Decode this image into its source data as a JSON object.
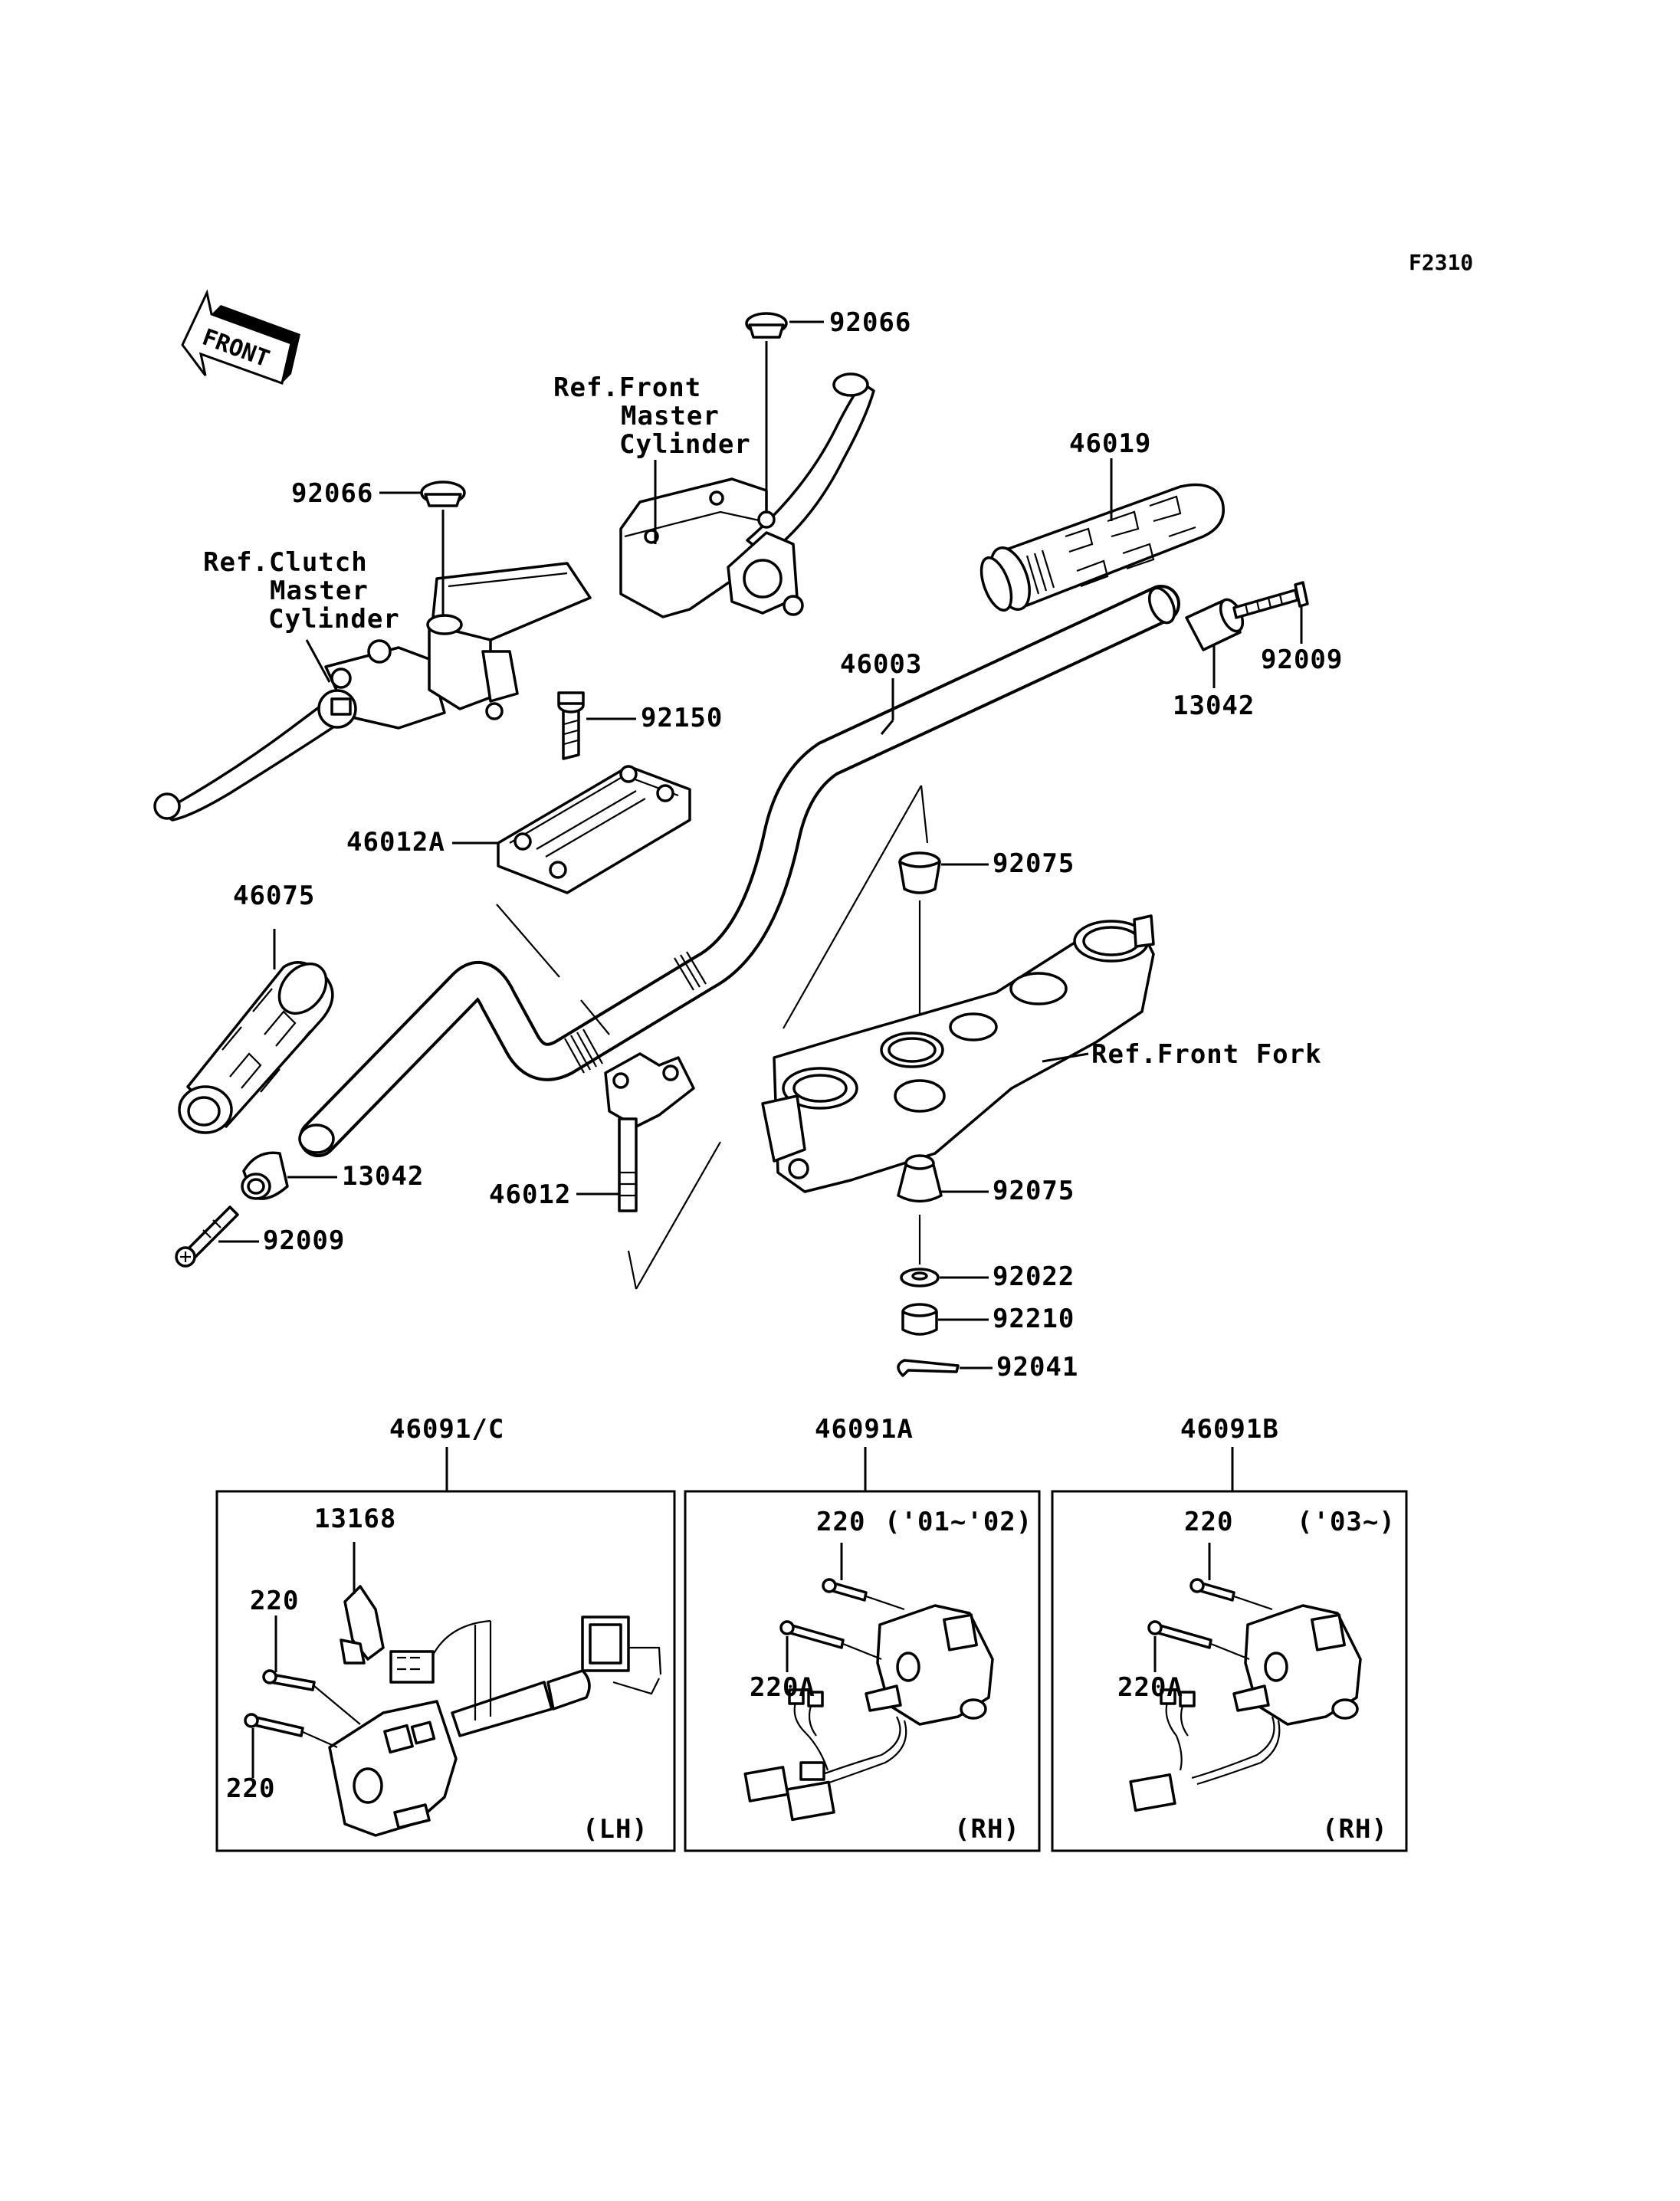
{
  "figure_code": "F2310",
  "front_arrow_label": "FRONT",
  "callouts": {
    "p92066_top": "92066",
    "p92066_left": "92066",
    "ref_front_master": [
      "Ref.Front",
      "Master",
      "Cylinder"
    ],
    "ref_clutch_master": [
      "Ref.Clutch",
      "Master",
      "Cylinder"
    ],
    "p46019": "46019",
    "p92009_right": "92009",
    "p13042_right": "13042",
    "p46003": "46003",
    "p92150": "92150",
    "p46012A": "46012A",
    "p92075_upper": "92075",
    "p46075": "46075",
    "ref_front_fork": "Ref.Front Fork",
    "p13042_left": "13042",
    "p46012": "46012",
    "p92009_left": "92009",
    "p92075_lower": "92075",
    "p92022": "92022",
    "p92210": "92210",
    "p92041": "92041"
  },
  "switch_boxes": [
    {
      "part": "46091/C",
      "side": "(LH)",
      "years": "",
      "sub_labels": [
        "13168",
        "220",
        "220"
      ]
    },
    {
      "part": "46091A",
      "side": "(RH)",
      "years": "('01~'02)",
      "sub_labels": [
        "220",
        "220A"
      ]
    },
    {
      "part": "46091B",
      "side": "(RH)",
      "years": "('03~)",
      "sub_labels": [
        "220",
        "220A"
      ]
    }
  ]
}
